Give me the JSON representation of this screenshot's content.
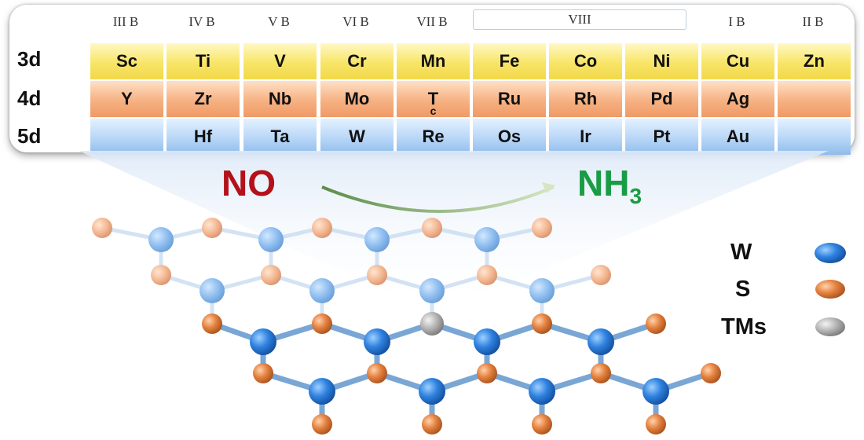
{
  "groups": [
    "III B",
    "IV B",
    "V B",
    "VI B",
    "VII B",
    "VIII",
    "I B",
    "II B"
  ],
  "rows": [
    {
      "label": "3d",
      "cells": [
        "Sc",
        "Ti",
        "V",
        "Cr",
        "Mn",
        "Fe",
        "Co",
        "Ni",
        "Cu",
        "Zn"
      ]
    },
    {
      "label": "4d",
      "cells": [
        "Y",
        "Zr",
        "Nb",
        "Mo",
        "T",
        "Ru",
        "Rh",
        "Pd",
        "Ag",
        ""
      ]
    },
    {
      "label": "5d",
      "cells": [
        "",
        "Hf",
        "Ta",
        "W",
        "Re",
        "Os",
        "Ir",
        "Pt",
        "Au",
        ""
      ]
    }
  ],
  "tc_sub": "c",
  "reaction": {
    "reactant": "NO",
    "product": "NH",
    "product_sub": "3",
    "reactant_color": "#b3121b",
    "product_color": "#1a9c45"
  },
  "legend": [
    {
      "label": "W",
      "color": "#1f6fd6"
    },
    {
      "label": "S",
      "color": "#e07a35"
    },
    {
      "label": "TMs",
      "color": "#a7a7a7"
    }
  ]
}
